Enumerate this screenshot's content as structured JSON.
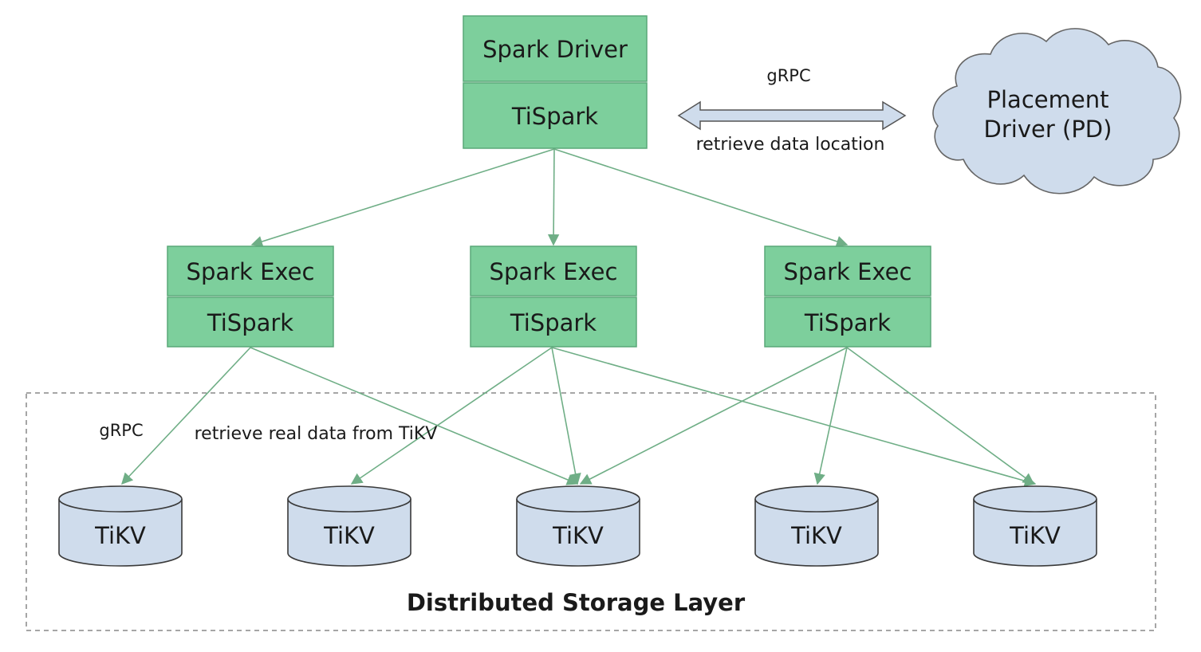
{
  "driver": {
    "top_label": "Spark Driver",
    "bottom_label": "TiSpark"
  },
  "pd_link": {
    "protocol": "gRPC",
    "description": "retrieve data location"
  },
  "placement_driver": {
    "line1": "Placement",
    "line2": "Driver (PD)"
  },
  "executors": [
    {
      "top_label": "Spark Exec",
      "bottom_label": "TiSpark"
    },
    {
      "top_label": "Spark Exec",
      "bottom_label": "TiSpark"
    },
    {
      "top_label": "Spark Exec",
      "bottom_label": "TiSpark"
    }
  ],
  "storage_link": {
    "protocol": "gRPC",
    "description": "retrieve real data from TiKV"
  },
  "tikv_nodes": [
    {
      "label": "TiKV"
    },
    {
      "label": "TiKV"
    },
    {
      "label": "TiKV"
    },
    {
      "label": "TiKV"
    },
    {
      "label": "TiKV"
    }
  ],
  "storage_layer": {
    "title": "Distributed Storage Layer"
  },
  "colors": {
    "box_fill": "#7dcf9c",
    "box_stroke": "#5aa878",
    "arrow": "#6fae86",
    "tikv_fill": "#cfdcec",
    "cloud_fill": "#cfdcec"
  }
}
